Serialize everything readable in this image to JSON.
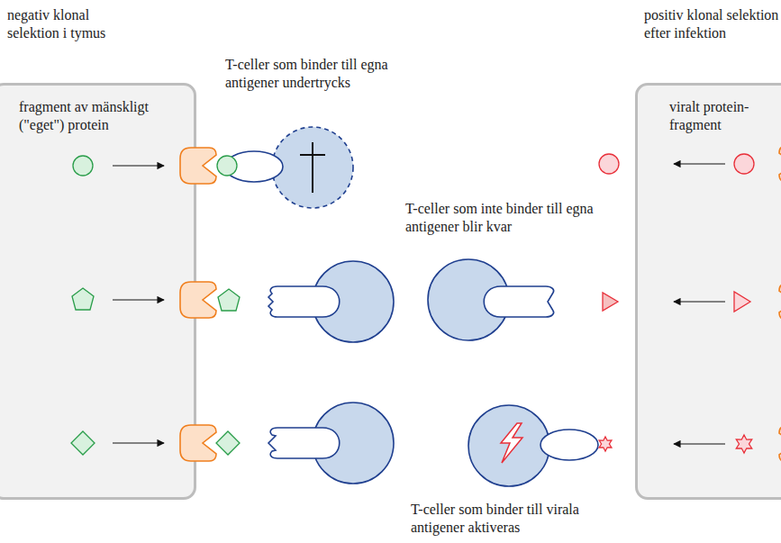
{
  "diagram": {
    "nodes": [
      {
        "text": [
          "negativ klonal selektion i tymus",
          "fragment av mänskligt (\"eget\") protein"
        ]
      },
      {
        "text": [
          "positiv klonal selektion efter infektion",
          "viralt protein-fragment"
        ]
      }
    ],
    "labels": [
      "T-celler som binder till egna antigener undertrycks",
      "T-celler som inte binder till egna antigener blir kvar",
      "T-celler som binder till virala antigener aktiveras"
    ]
  }
}
